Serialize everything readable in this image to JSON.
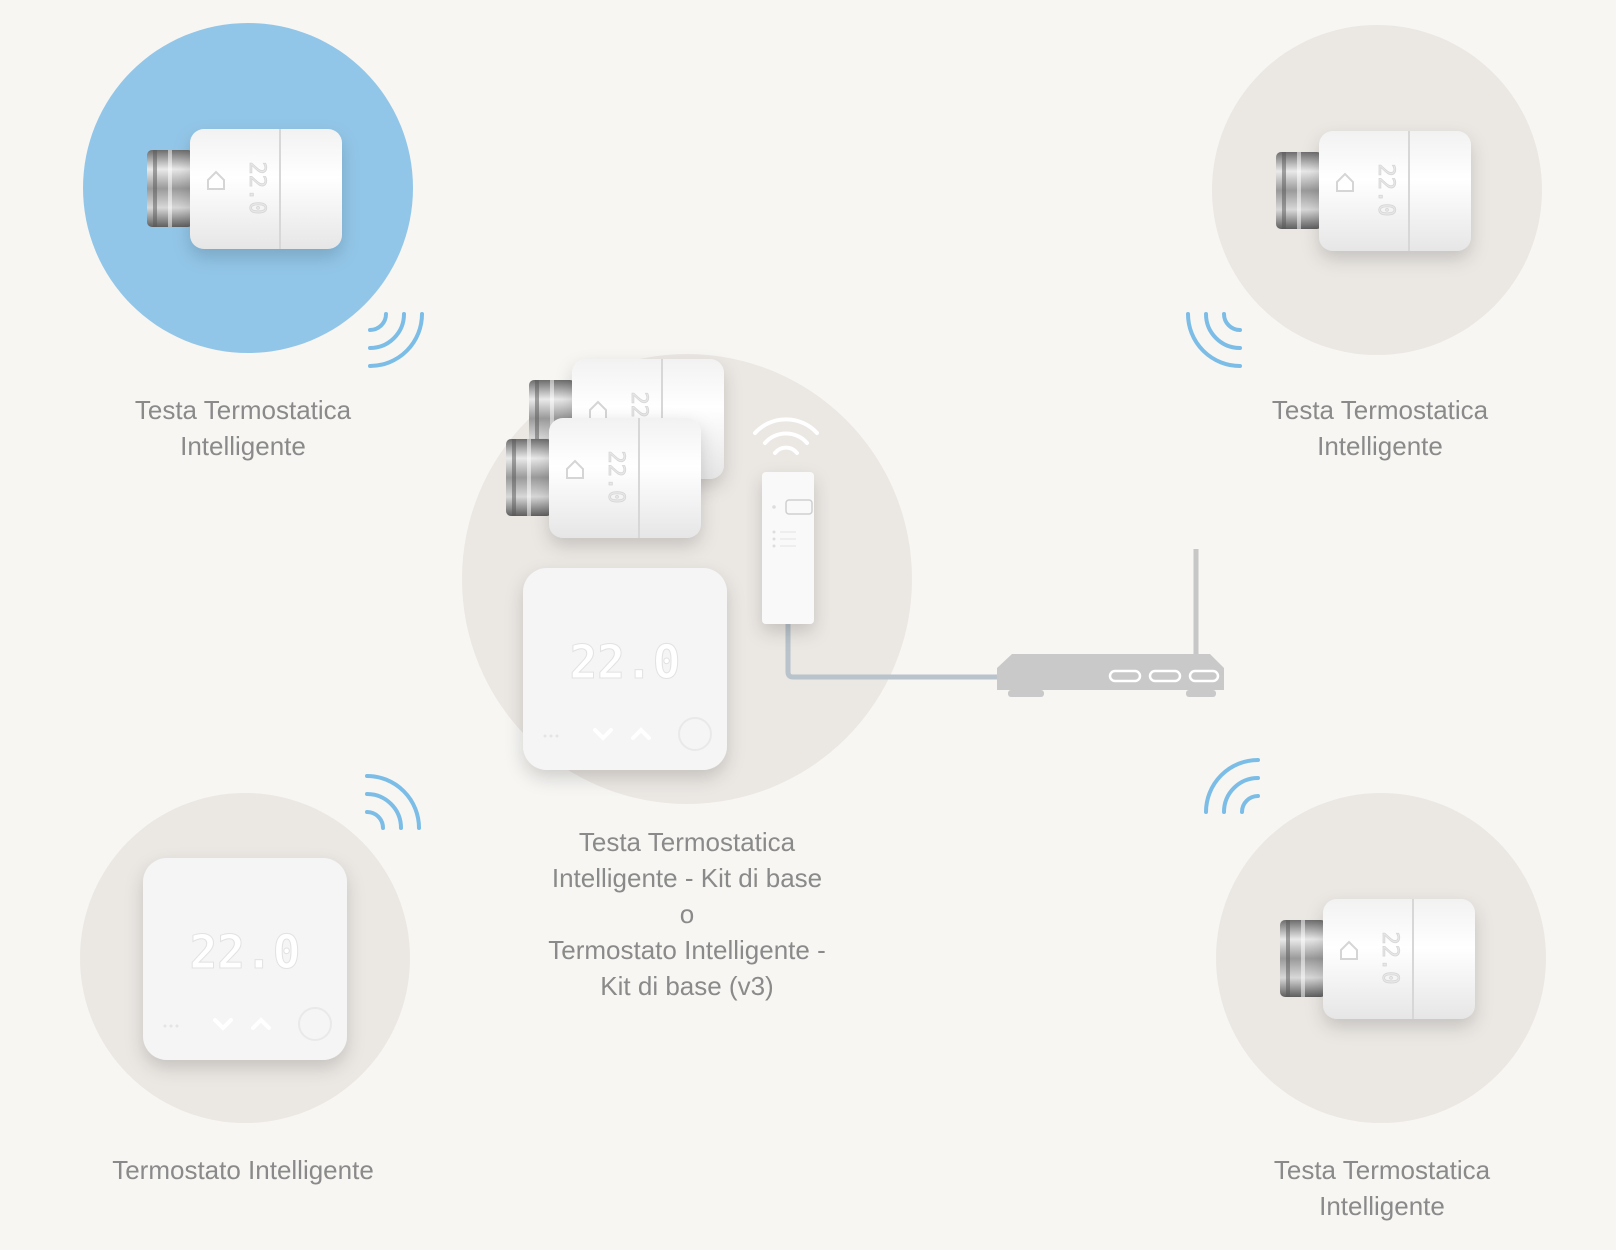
{
  "colors": {
    "background": "#f7f6f3",
    "highlight_circle": "#92c6e8",
    "device_circle": "#ebe7e3",
    "wireless_signal": "#7bbde6",
    "router": "#c7c7c7",
    "cable": "#b9c3cc",
    "label_text": "#8a8a8a"
  },
  "devices": [
    {
      "id": "top-left",
      "type": "smart-radiator-thermostat",
      "highlighted": true,
      "label_lines": [
        "Testa Termostatica",
        "Intelligente"
      ]
    },
    {
      "id": "top-right",
      "type": "smart-radiator-thermostat",
      "highlighted": false,
      "label_lines": [
        "Testa Termostatica",
        "Intelligente"
      ]
    },
    {
      "id": "bottom-left",
      "type": "smart-thermostat",
      "highlighted": false,
      "label_lines": [
        "Termostato Intelligente"
      ]
    },
    {
      "id": "bottom-right",
      "type": "smart-radiator-thermostat",
      "highlighted": false,
      "label_lines": [
        "Testa Termostatica",
        "Intelligente"
      ]
    }
  ],
  "center_kit": {
    "label_lines": [
      "Testa Termostatica",
      "Intelligente - Kit di base",
      "o",
      "Termostato Intelligente -",
      "Kit di base (v3)"
    ],
    "components": [
      "smart-radiator-thermostat",
      "smart-radiator-thermostat",
      "smart-thermostat",
      "internet-bridge"
    ]
  },
  "thermostat_display": "22.0",
  "router": {
    "icon": "router-icon"
  }
}
